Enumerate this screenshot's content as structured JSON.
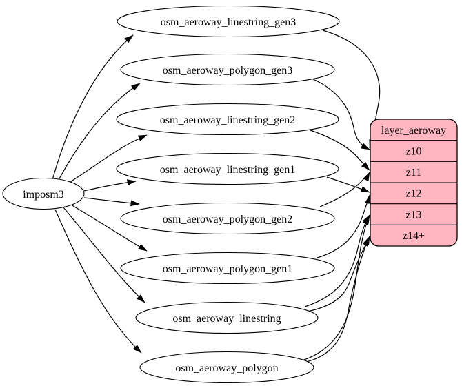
{
  "diagram": {
    "source": {
      "label": "imposm3"
    },
    "tables": [
      {
        "label": "osm_aeroway_linestring_gen3"
      },
      {
        "label": "osm_aeroway_polygon_gen3"
      },
      {
        "label": "osm_aeroway_linestring_gen2"
      },
      {
        "label": "osm_aeroway_linestring_gen1"
      },
      {
        "label": "osm_aeroway_polygon_gen2"
      },
      {
        "label": "osm_aeroway_polygon_gen1"
      },
      {
        "label": "osm_aeroway_linestring"
      },
      {
        "label": "osm_aeroway_polygon"
      }
    ],
    "layer": {
      "title": "layer_aeroway",
      "rows": [
        {
          "label": "z10"
        },
        {
          "label": "z11"
        },
        {
          "label": "z12"
        },
        {
          "label": "z13"
        },
        {
          "label": "z14+"
        }
      ]
    },
    "edges": [
      {
        "from": "imposm3",
        "to": "osm_aeroway_linestring_gen3"
      },
      {
        "from": "imposm3",
        "to": "osm_aeroway_polygon_gen3"
      },
      {
        "from": "imposm3",
        "to": "osm_aeroway_linestring_gen2"
      },
      {
        "from": "imposm3",
        "to": "osm_aeroway_linestring_gen1"
      },
      {
        "from": "imposm3",
        "to": "osm_aeroway_polygon_gen2"
      },
      {
        "from": "imposm3",
        "to": "osm_aeroway_polygon_gen1"
      },
      {
        "from": "imposm3",
        "to": "osm_aeroway_linestring"
      },
      {
        "from": "imposm3",
        "to": "osm_aeroway_polygon"
      },
      {
        "from": "osm_aeroway_linestring_gen3",
        "to": "layer_aeroway:z10"
      },
      {
        "from": "osm_aeroway_polygon_gen3",
        "to": "layer_aeroway:z10"
      },
      {
        "from": "osm_aeroway_linestring_gen2",
        "to": "layer_aeroway:z11"
      },
      {
        "from": "osm_aeroway_polygon_gen2",
        "to": "layer_aeroway:z11"
      },
      {
        "from": "osm_aeroway_linestring_gen1",
        "to": "layer_aeroway:z12"
      },
      {
        "from": "osm_aeroway_polygon_gen1",
        "to": "layer_aeroway:z12"
      },
      {
        "from": "osm_aeroway_linestring",
        "to": "layer_aeroway:z13"
      },
      {
        "from": "osm_aeroway_polygon",
        "to": "layer_aeroway:z13"
      },
      {
        "from": "osm_aeroway_linestring",
        "to": "layer_aeroway:z14+"
      },
      {
        "from": "osm_aeroway_polygon",
        "to": "layer_aeroway:z14+"
      }
    ],
    "colors": {
      "background": "#ffffff",
      "layer_fill": "#ffb6c1",
      "node_fill": "#ffffff",
      "stroke": "#000000"
    }
  }
}
